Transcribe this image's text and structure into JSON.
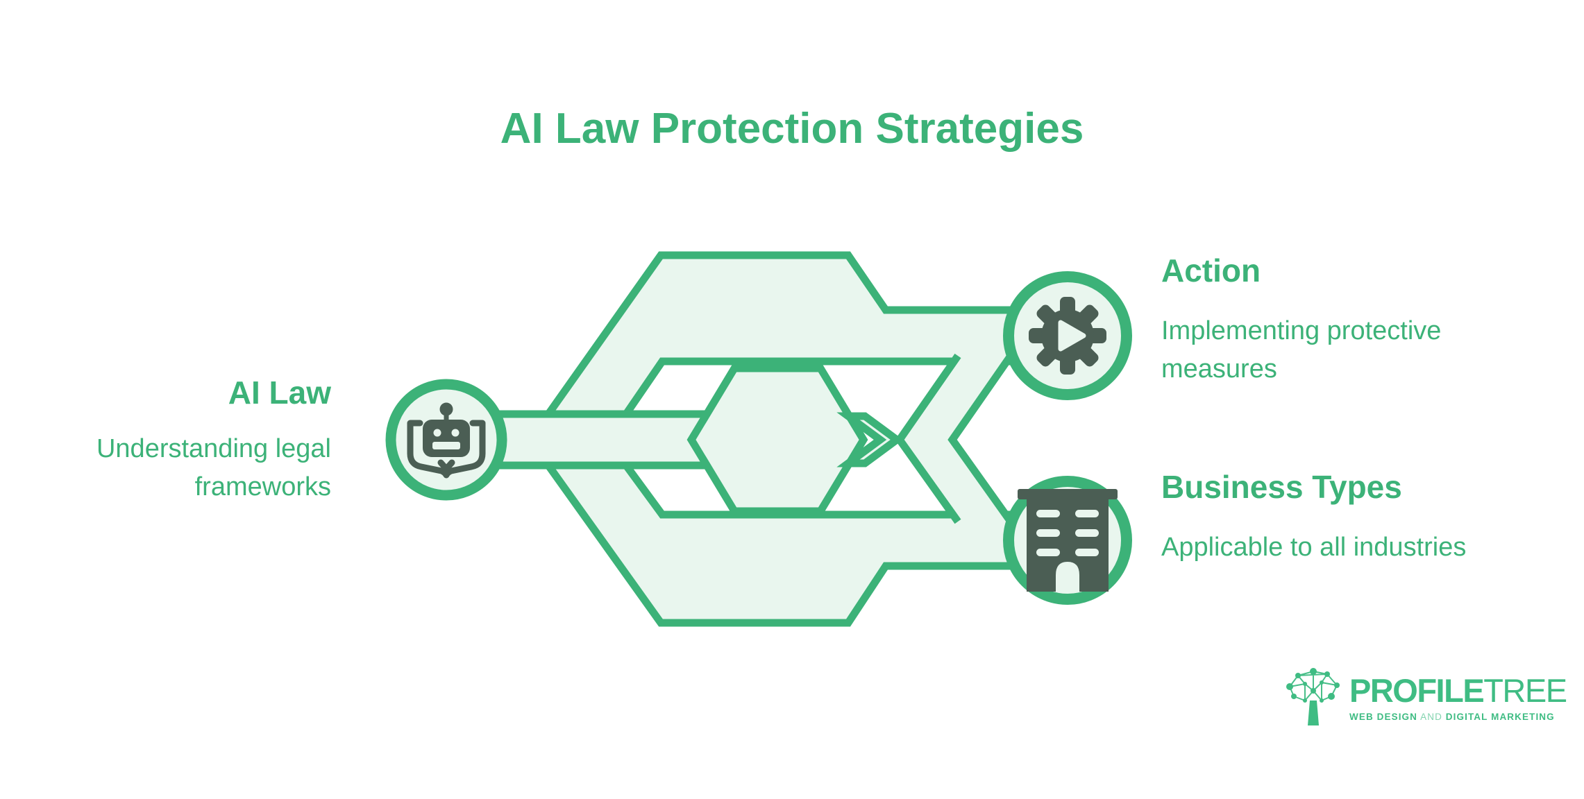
{
  "title": "AI Law Protection Strategies",
  "colors": {
    "brand_green": "#3cb278",
    "mint_fill": "#e9f6ee",
    "icon_dark": "#4b5e54",
    "logo_green": "#3fbc83",
    "background": "#ffffff"
  },
  "nodes": [
    {
      "id": "ai-law",
      "label": "AI Law",
      "description": "Understanding legal frameworks",
      "icon": "robot-book-icon"
    },
    {
      "id": "action",
      "label": "Action",
      "description": "Implementing protective measures",
      "icon": "gear-play-icon"
    },
    {
      "id": "business-types",
      "label": "Business Types",
      "description": "Applicable to all industries",
      "icon": "building-icon"
    }
  ],
  "logo": {
    "brand_bold": "PROFILE",
    "brand_light": "TREE",
    "tagline_bold_1": "WEB DESIGN",
    "tagline_light": "AND",
    "tagline_bold_2": "DIGITAL MARKETING"
  }
}
